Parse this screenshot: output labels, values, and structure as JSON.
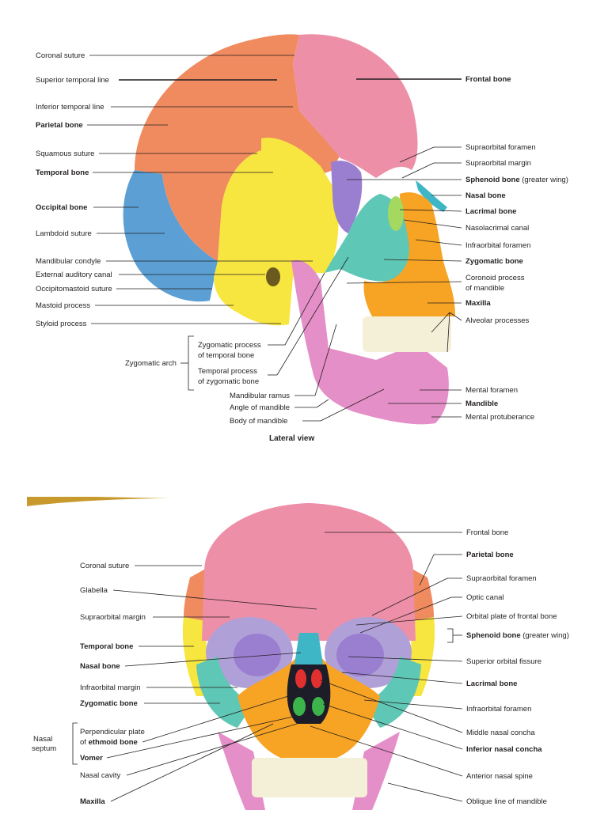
{
  "lateral": {
    "caption": "Lateral view",
    "left_labels": [
      {
        "text": "Coronal suture",
        "bold": false
      },
      {
        "text": "Superior temporal line",
        "bold": false
      },
      {
        "text": "Inferior temporal line",
        "bold": false
      },
      {
        "text": "Parietal bone",
        "bold": true
      },
      {
        "text": "Squamous suture",
        "bold": false
      },
      {
        "text": "Temporal bone",
        "bold": true
      },
      {
        "text": "Occipital bone",
        "bold": true
      },
      {
        "text": "Lambdoid suture",
        "bold": false
      },
      {
        "text": "Mandibular condyle",
        "bold": false
      },
      {
        "text": "External auditory canal",
        "bold": false
      },
      {
        "text": "Occipitomastoid suture",
        "bold": false
      },
      {
        "text": "Mastoid process",
        "bold": false
      },
      {
        "text": "Styloid process",
        "bold": false
      }
    ],
    "right_labels": [
      {
        "text": "Frontal bone",
        "bold": true
      },
      {
        "text": "Supraorbital foramen",
        "bold": false
      },
      {
        "text": "Supraorbital margin",
        "bold": false
      },
      {
        "text": "Sphenoid bone",
        "bold": true,
        "suffix": " (greater wing)"
      },
      {
        "text": "Nasal bone",
        "bold": true
      },
      {
        "text": "Lacrimal bone",
        "bold": true
      },
      {
        "text": "Nasolacrimal canal",
        "bold": false
      },
      {
        "text": "Infraorbital foramen",
        "bold": false
      },
      {
        "text": "Zygomatic bone",
        "bold": true
      },
      {
        "text": "Coronoid process",
        "bold": false,
        "line2": "of mandible"
      },
      {
        "text": "Maxilla",
        "bold": true
      },
      {
        "text": "Alveolar processes",
        "bold": false
      },
      {
        "text": "Mental foramen",
        "bold": false
      },
      {
        "text": "Mandible",
        "bold": true
      },
      {
        "text": "Mental protuberance",
        "bold": false
      }
    ],
    "bottom_labels": [
      {
        "text": "Zygomatic process",
        "line2": "of temporal bone"
      },
      {
        "text": "Temporal process",
        "line2": "of zygomatic bone"
      },
      {
        "text": "Mandibular ramus"
      },
      {
        "text": "Angle of mandible"
      },
      {
        "text": "Body of mandible"
      }
    ],
    "group_label": "Zygomatic arch"
  },
  "anterior": {
    "left_labels": [
      {
        "text": "Coronal suture",
        "bold": false
      },
      {
        "text": "Glabella",
        "bold": false
      },
      {
        "text": "Supraorbital margin",
        "bold": false
      },
      {
        "text": "Temporal bone",
        "bold": true
      },
      {
        "text": "Nasal bone",
        "bold": true
      },
      {
        "text": "Infraorbital margin",
        "bold": false
      },
      {
        "text": "Zygomatic bone",
        "bold": true
      },
      {
        "text": "Perpendicular plate",
        "bold": false
      },
      {
        "text": "of ",
        "bold": false,
        "bold_part": "ethmoid bone"
      },
      {
        "text": "Vomer",
        "bold": true
      },
      {
        "text": "Nasal cavity",
        "bold": false
      },
      {
        "text": "Maxilla",
        "bold": true
      }
    ],
    "group_label": "Nasal",
    "group_label2": "septum",
    "right_labels": [
      {
        "text": "Frontal bone",
        "bold": false
      },
      {
        "text": "Parietal bone",
        "bold": true
      },
      {
        "text": "Supraorbital foramen",
        "bold": false
      },
      {
        "text": "Optic canal",
        "bold": false
      },
      {
        "text": "Orbital plate of frontal bone",
        "bold": false
      },
      {
        "text": "Sphenoid bone",
        "bold": true,
        "suffix": " (greater wing)"
      },
      {
        "text": "Superior orbital fissure",
        "bold": false
      },
      {
        "text": "Lacrimal bone",
        "bold": true
      },
      {
        "text": "Infraorbital foramen",
        "bold": false
      },
      {
        "text": "Middle nasal concha",
        "bold": false
      },
      {
        "text": "Inferior nasal concha",
        "bold": true
      },
      {
        "text": "Anterior nasal spine",
        "bold": false
      },
      {
        "text": "Oblique line of mandible",
        "bold": false
      }
    ]
  },
  "colors": {
    "parietal": "#f08a5f",
    "frontal": "#ee8fa8",
    "temporal": "#f7e540",
    "occipital": "#5b9fd4",
    "sphenoid": "#9a7fd0",
    "zygomatic": "#5fc7b5",
    "maxilla": "#f7a323",
    "mandible": "#e58fc8",
    "nasal": "#3fb6c6",
    "teeth": "#f4f0d8",
    "red": "#e03030",
    "green": "#3cb44b"
  }
}
